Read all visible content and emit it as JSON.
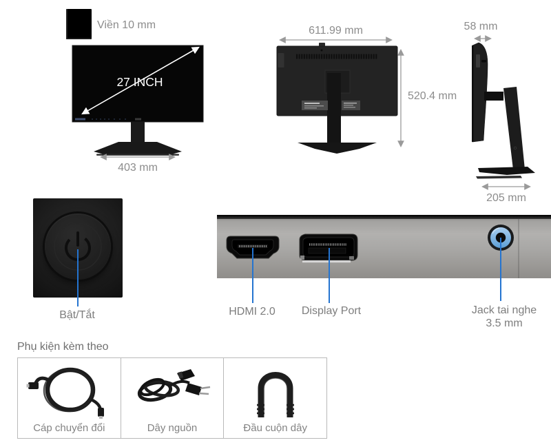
{
  "bezel": {
    "label": "Viền 10 mm"
  },
  "front_view": {
    "size_label": "27 INCH",
    "width": "403 mm"
  },
  "back_view": {
    "width": "611.99 mm",
    "height": "520.4 mm"
  },
  "side_view": {
    "depth": "58 mm",
    "base_depth": "205 mm"
  },
  "power": {
    "label": "Bật/Tắt"
  },
  "ports": {
    "hdmi": "HDMI 2.0",
    "displayport": "Display Port",
    "jack_line1": "Jack tai nghe",
    "jack_line2": "3.5 mm"
  },
  "accessories": {
    "heading": "Phụ kiện kèm theo",
    "items": [
      {
        "label": "Cáp chuyển đổi"
      },
      {
        "label": "Dây nguồn"
      },
      {
        "label": "Đầu cuộn dây"
      }
    ]
  },
  "colors": {
    "pointer_blue": "#2474d0",
    "jack_blue": "#7db6e8",
    "text_gray": "#8c8c8c",
    "panel_gray": "#a8a7a5",
    "monitor_black": "#060606"
  }
}
